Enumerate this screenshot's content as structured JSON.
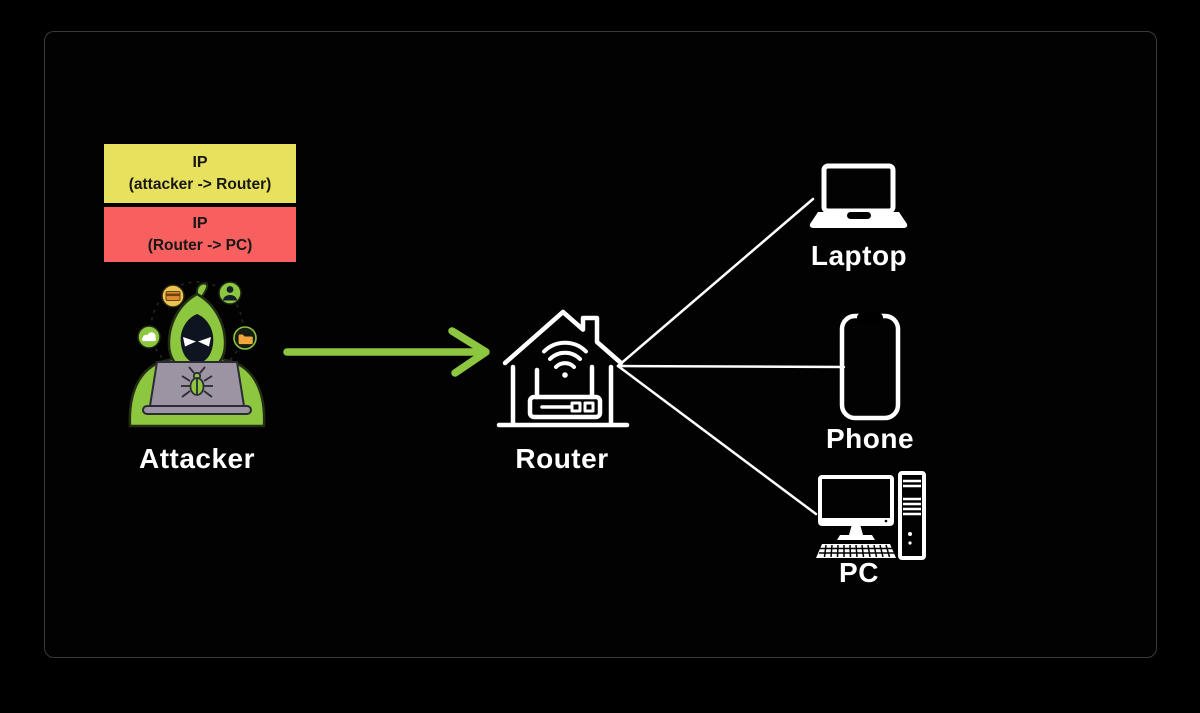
{
  "diagram": {
    "type": "network-attack-diagram",
    "description": "Attacker spoofing IP between Router and LAN devices"
  },
  "legend": {
    "items": [
      {
        "id": "attacker-to-router",
        "line1": "IP",
        "line2": "(attacker -> Router)",
        "bg": "#e8e15d",
        "text_color": "#171717"
      },
      {
        "id": "router-to-pc",
        "line1": "IP",
        "line2": "(Router -> PC)",
        "bg": "#f7605e",
        "text_color": "#171717"
      }
    ]
  },
  "nodes": {
    "attacker": {
      "label": "Attacker"
    },
    "router": {
      "label": "Router"
    },
    "laptop": {
      "label": "Laptop"
    },
    "phone": {
      "label": "Phone"
    },
    "pc": {
      "label": "PC"
    }
  },
  "edges": [
    {
      "from": "attacker",
      "to": "router",
      "style": "arrow",
      "color": "#8dc63f"
    },
    {
      "from": "router",
      "to": "laptop",
      "style": "line",
      "color": "#ffffff"
    },
    {
      "from": "router",
      "to": "phone",
      "style": "line",
      "color": "#ffffff"
    },
    {
      "from": "router",
      "to": "pc",
      "style": "line",
      "color": "#ffffff"
    }
  ],
  "colors": {
    "background": "#000000",
    "panel_border": "#3a3a3a",
    "accent_green": "#8dc63f",
    "attacker_laptop_gray": "#9c93a3",
    "legend_yellow": "#e8e15d",
    "legend_red": "#f7605e",
    "icon_white": "#ffffff",
    "label_text": "#ffffff"
  },
  "icon_names": [
    "hacker-figure-icon",
    "bug-icon",
    "credit-card-icon",
    "user-icon",
    "cloud-icon",
    "folder-icon",
    "house-router-icon",
    "wifi-icon",
    "laptop-icon",
    "phone-icon",
    "desktop-pc-icon",
    "arrow-right-icon"
  ]
}
